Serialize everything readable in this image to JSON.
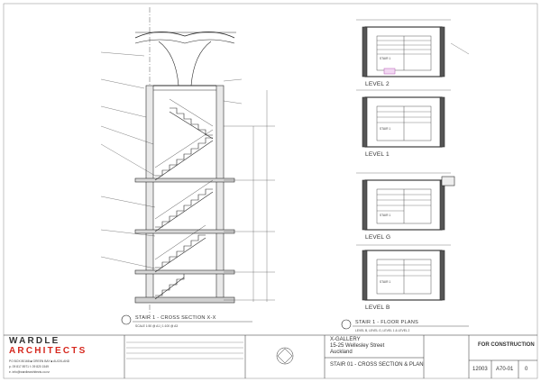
{
  "section": {
    "caption": "STAIR 1 - CROSS SECTION  X-X",
    "scale": "SCALE 1:50 @ A1 | 1:100 @ A3"
  },
  "plans": {
    "caption": "STAIR 1 - FLOOR PLANS",
    "subcaption": "LEVEL B, LEVEL G, LEVEL 1 & LEVEL 2",
    "levels": [
      "LEVEL 2",
      "LEVEL 1",
      "LEVEL G",
      "LEVEL B"
    ],
    "stair_label": "STAIR 1"
  },
  "firm": {
    "name_line1": "WARDLE",
    "name_line2": "ARCHITECTS",
    "address": "PO BOX 80168  ■  GREEN BAY  ■  AUCKLAND",
    "phone": "p. 09 817 8971   f. 09 820 1549",
    "email": "e. info@wardlearchitects.co.nz"
  },
  "project": {
    "name": "X-GALLERY",
    "address_line1": "15-25 Wellesley Street",
    "address_line2": "Auckland",
    "drawing_title": "STAIR 01 - CROSS SECTION & PLAN",
    "status": "FOR CONSTRUCTION",
    "job_no": "12003",
    "sheet_no": "A70-01",
    "revision": "0"
  },
  "colors": {
    "line": "#2a2a2a",
    "logo_accent": "#d6281e"
  }
}
